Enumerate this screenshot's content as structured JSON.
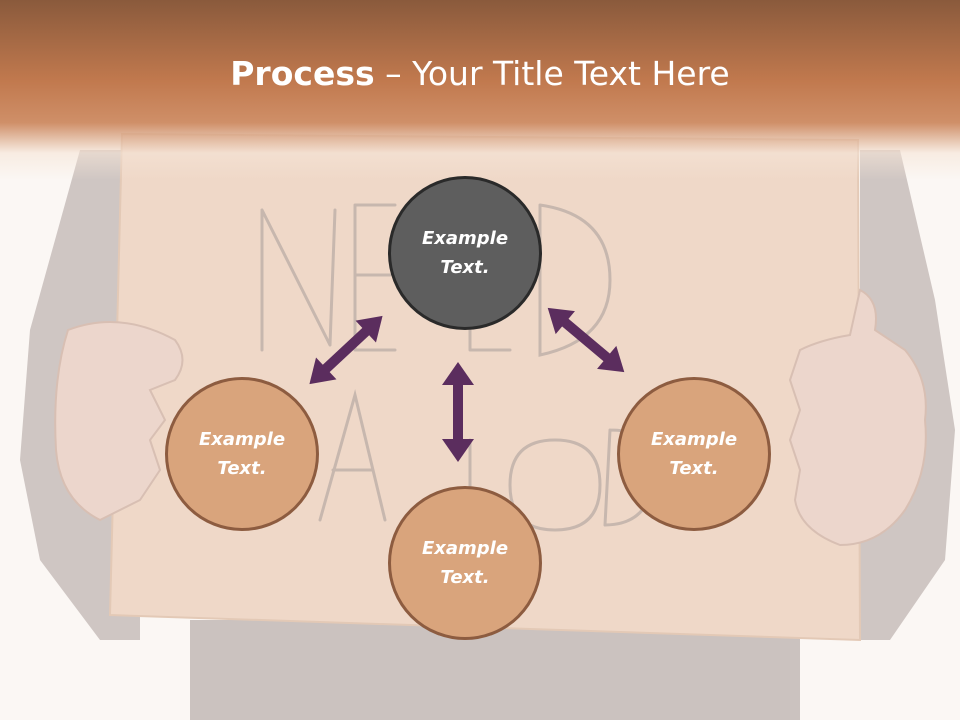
{
  "slide": {
    "title_bold": "Process",
    "title_rest": " – Your Title Text Here"
  },
  "background": {
    "sign_text": "NEED A JOB"
  },
  "nodes": {
    "top": {
      "text": "Example Text."
    },
    "left": {
      "text": "Example Text."
    },
    "right": {
      "text": "Example Text."
    },
    "bottom": {
      "text": "Example Text."
    }
  },
  "colors": {
    "arrow": "#5b2d5e",
    "node_fill": "#d9a47c",
    "node_border": "#8d5c40",
    "center_fill": "#5e5e5e",
    "header": "#c1794e"
  }
}
